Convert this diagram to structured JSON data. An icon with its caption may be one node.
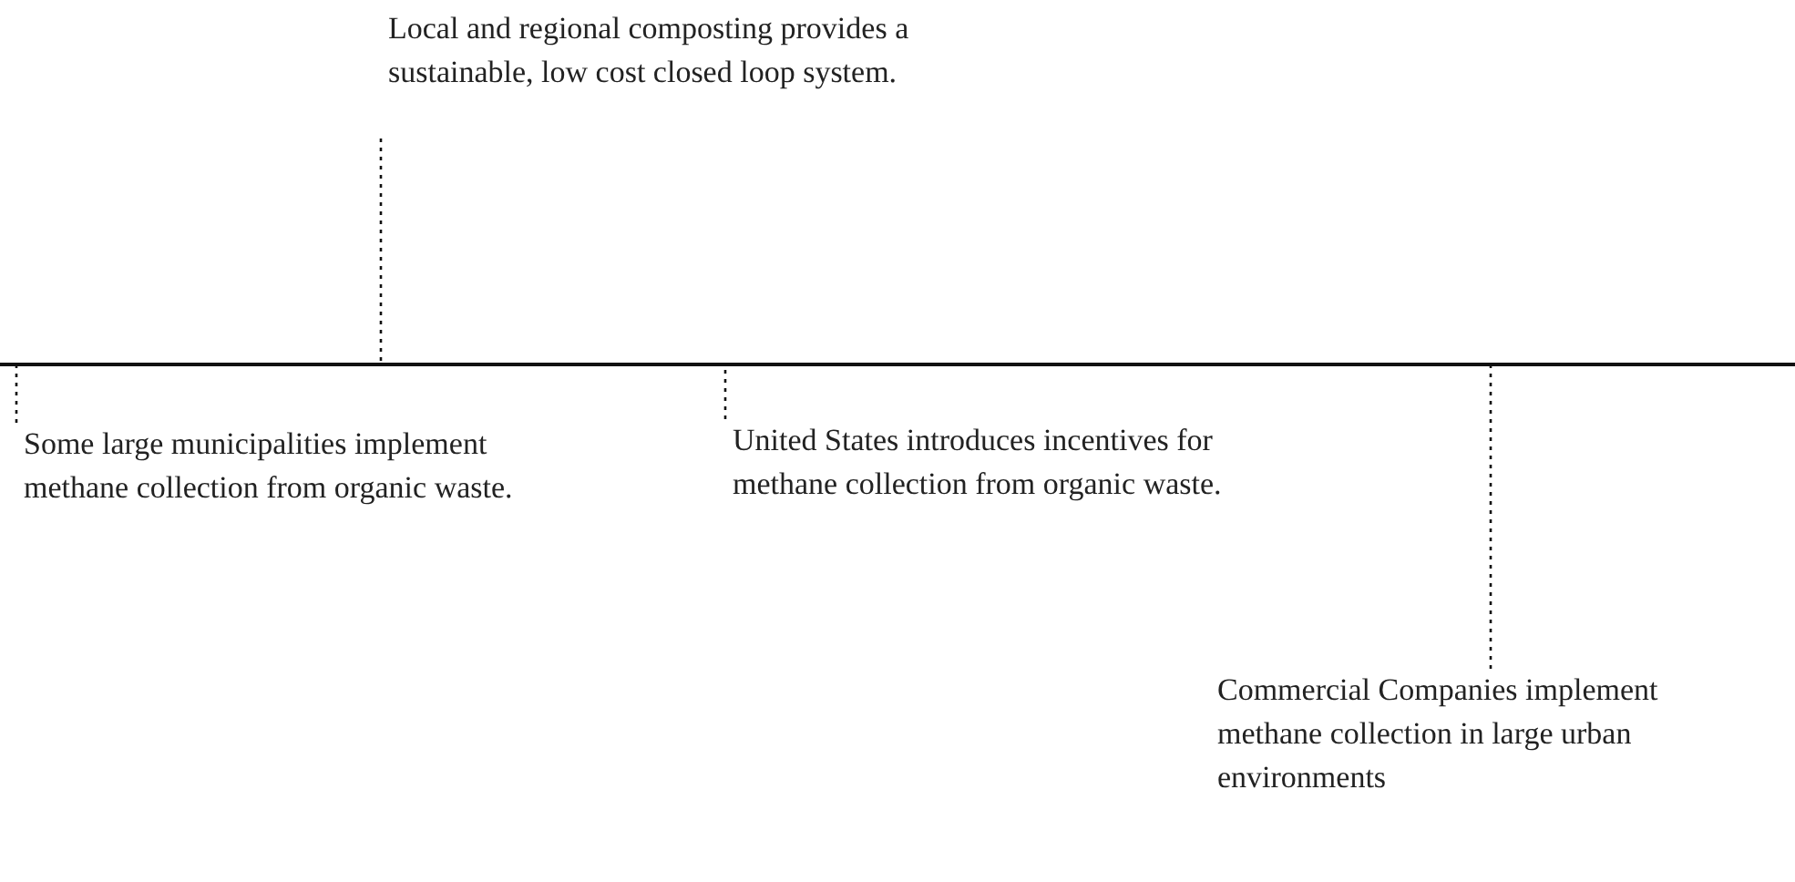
{
  "diagram": {
    "nodes": [
      {
        "text": [
          "Local and regional composting provides a sustainable, low cost closed loop system."
        ]
      },
      {
        "text": [],
        "shape": "bar"
      },
      {
        "text": [
          "Some large municipalities implement methane collection from organic waste."
        ]
      },
      {
        "text": [
          "United States introduces incentives for methane collection from organic waste."
        ]
      },
      {
        "text": [
          "Commercial Companies implement methane collection in large urban environments"
        ]
      }
    ],
    "edges": [
      {
        "from": 0,
        "to": 1,
        "arrow": "none",
        "style": "dashed"
      },
      {
        "from": 2,
        "to": 1,
        "arrow": "none",
        "style": "dashed"
      },
      {
        "from": 3,
        "to": 1,
        "arrow": "none",
        "style": "dashed"
      },
      {
        "from": 4,
        "to": 1,
        "arrow": "none",
        "style": "dashed"
      }
    ]
  }
}
